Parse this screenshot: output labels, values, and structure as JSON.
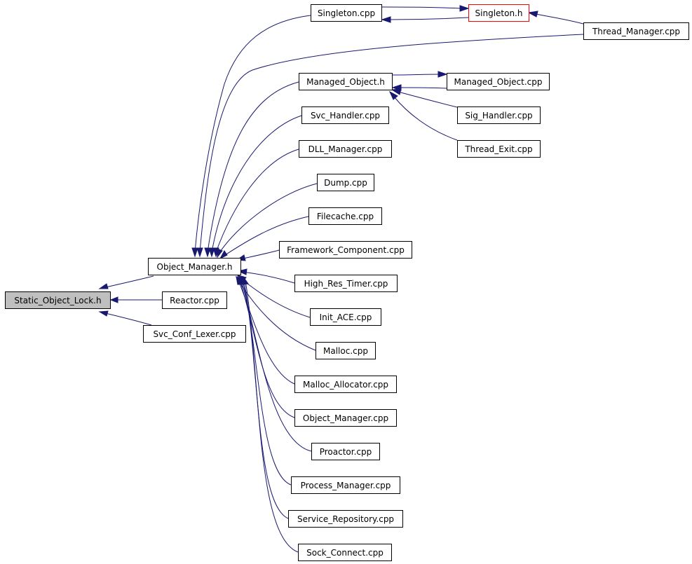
{
  "nodes": {
    "static_object_lock_h": "Static_Object_Lock.h",
    "object_manager_h": "Object_Manager.h",
    "reactor_cpp": "Reactor.cpp",
    "svc_conf_lexer_cpp": "Svc_Conf_Lexer.cpp",
    "singleton_cpp": "Singleton.cpp",
    "singleton_h": "Singleton.h",
    "thread_manager_cpp": "Thread_Manager.cpp",
    "managed_object_h": "Managed_Object.h",
    "managed_object_cpp": "Managed_Object.cpp",
    "sig_handler_cpp": "Sig_Handler.cpp",
    "thread_exit_cpp": "Thread_Exit.cpp",
    "svc_handler_cpp": "Svc_Handler.cpp",
    "dll_manager_cpp": "DLL_Manager.cpp",
    "dump_cpp": "Dump.cpp",
    "filecache_cpp": "Filecache.cpp",
    "framework_component_cpp": "Framework_Component.cpp",
    "high_res_timer_cpp": "High_Res_Timer.cpp",
    "init_ace_cpp": "Init_ACE.cpp",
    "malloc_cpp": "Malloc.cpp",
    "malloc_allocator_cpp": "Malloc_Allocator.cpp",
    "object_manager_cpp": "Object_Manager.cpp",
    "proactor_cpp": "Proactor.cpp",
    "process_manager_cpp": "Process_Manager.cpp",
    "service_repository_cpp": "Service_Repository.cpp",
    "sock_connect_cpp": "Sock_Connect.cpp"
  },
  "colors": {
    "edge": "#191970",
    "root_fill": "#bfbfbf",
    "link_border": "#ff0000",
    "node_border": "#000000"
  }
}
